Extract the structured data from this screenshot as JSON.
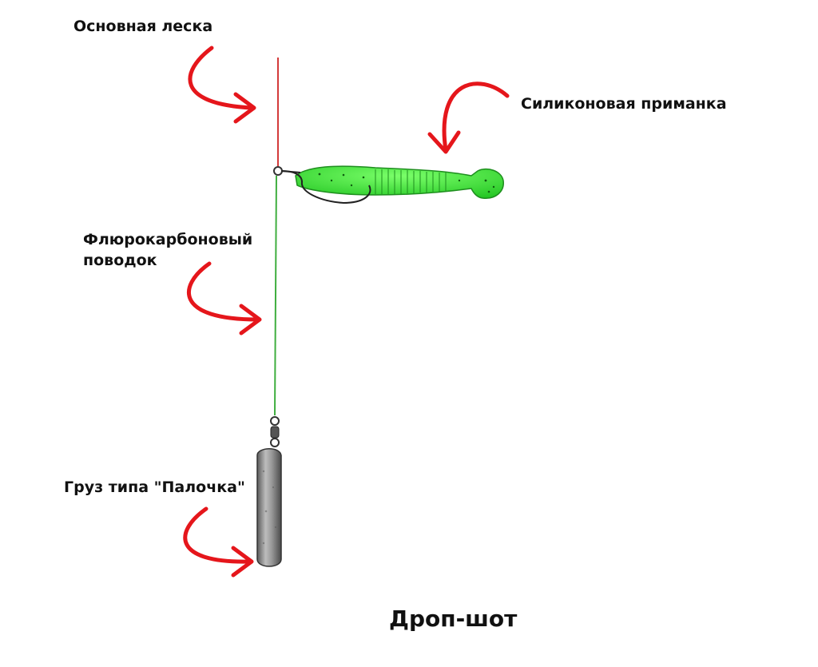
{
  "labels": {
    "main_line": "Основная леска",
    "lure": "Силиконовая приманка",
    "leader_line1": "Флюрокарбоновый",
    "leader_line2": "поводок",
    "weight": "Груз типа \"Палочка\""
  },
  "title": "Дроп-шот",
  "colors": {
    "main_line": "#d43a3a",
    "leader": "#3fae3f",
    "lure": "#3de63d",
    "arrow": "#e5161b",
    "weight": "#7d7d7d",
    "text": "#111111"
  },
  "icons": [
    "curved-arrow-icon",
    "hook-icon",
    "swivel-icon",
    "stick-weight-icon",
    "soft-lure-icon"
  ]
}
